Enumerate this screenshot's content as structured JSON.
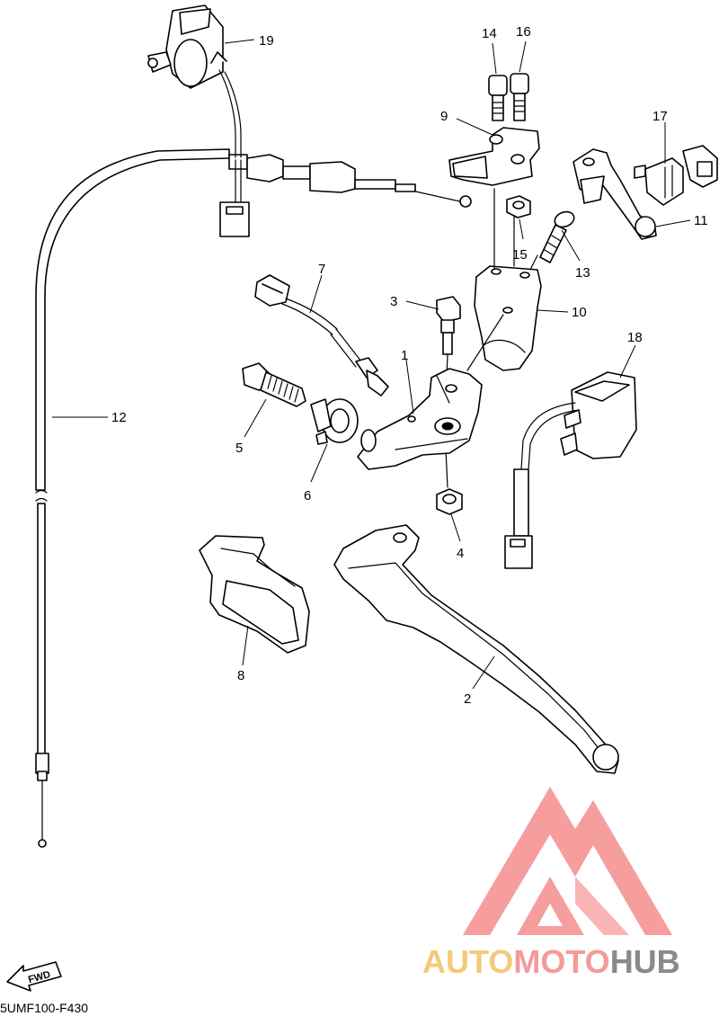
{
  "diagram": {
    "callouts": [
      "1",
      "2",
      "3",
      "4",
      "5",
      "6",
      "7",
      "8",
      "9",
      "10",
      "11",
      "12",
      "13",
      "14",
      "15",
      "16",
      "17",
      "18",
      "19"
    ],
    "drawing_code": "5UMF100-F430",
    "fwd_label": "FWD",
    "watermark": {
      "text_part_1": "AUTO",
      "text_part_2": "MOTO",
      "text_part_3": "HUB",
      "colors": {
        "auto": "#f5c97a",
        "moto": "#f59a9a",
        "hub": "#8a8a8a",
        "logo": "#f58c8c"
      }
    }
  }
}
